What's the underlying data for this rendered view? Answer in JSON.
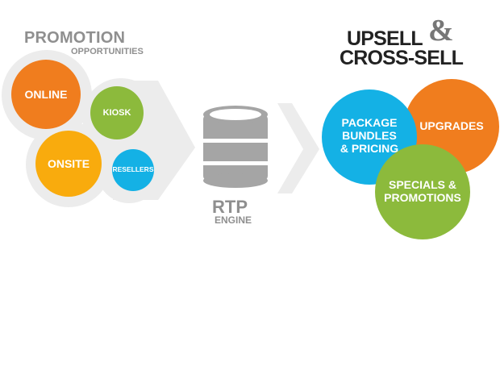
{
  "promotion": {
    "title": "PROMOTION",
    "subtitle": "OPPORTUNITIES",
    "channels": [
      {
        "label": "ONLINE",
        "color": "#f07d1e"
      },
      {
        "label": "KIOSK",
        "color": "#8cba3c"
      },
      {
        "label": "ONSITE",
        "color": "#f9ab0d"
      },
      {
        "label": "RESELLERS",
        "color": "#14b1e5"
      }
    ]
  },
  "engine": {
    "title": "RTP",
    "subtitle": "ENGINE",
    "icon": "database-icon"
  },
  "upsell": {
    "title_line1": "UPSELL",
    "ampersand": "&",
    "title_line2": "CROSS-SELL",
    "offers": [
      {
        "line1": "PACKAGE",
        "line2": "BUNDLES",
        "line3": "& PRICING",
        "color": "#14b1e5"
      },
      {
        "line1": "UPGRADES",
        "color": "#f07d1e"
      },
      {
        "line1": "SPECIALS &",
        "line2": "PROMOTIONS",
        "color": "#8cba3c"
      }
    ]
  },
  "colors": {
    "grey_bg": "#ececec",
    "grey_text": "#8f8f8f",
    "dark_text": "#222222"
  }
}
